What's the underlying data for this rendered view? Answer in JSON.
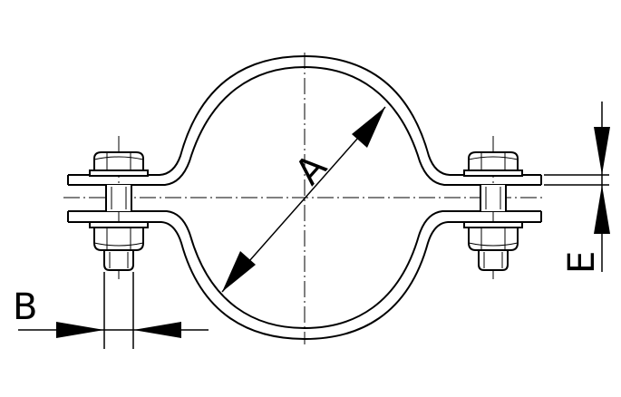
{
  "diagram": {
    "labels": {
      "diameter": "A",
      "bolt_width": "B",
      "thickness": "E"
    },
    "colors": {
      "line": "#000000",
      "background": "#ffffff"
    }
  }
}
